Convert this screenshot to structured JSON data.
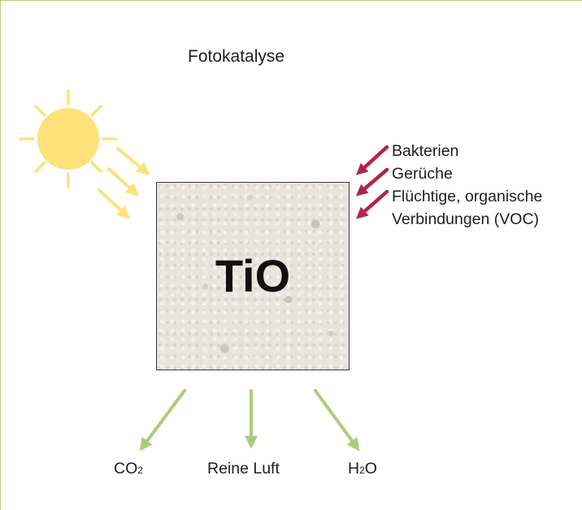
{
  "title": "Fotokatalyse",
  "material_label": "TiO",
  "pollutants": [
    "Bakterien",
    "Gerüche",
    "Flüchtige, organische",
    "Verbindungen (VOC)"
  ],
  "products": {
    "co2": {
      "base": "CO",
      "sub": "2"
    },
    "air": "Reine Luft",
    "h2o": {
      "base": "H",
      "sub": "2",
      "tail": "O"
    }
  },
  "icons": {
    "sun": "sun-icon"
  },
  "colors": {
    "frame": "#b5cf77",
    "sun": "#fde27a",
    "sun_rays": "#fde27a",
    "pollutant_arrows": "#b32447",
    "product_arrows": "#a9ce7a",
    "text": "#1e1e1e"
  }
}
